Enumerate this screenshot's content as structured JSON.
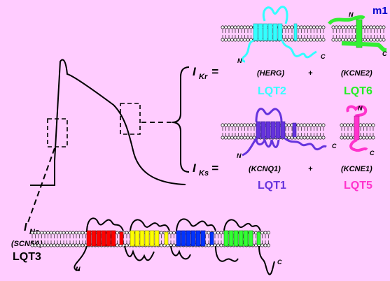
{
  "logo": "m1",
  "colors": {
    "background": "#ffccff",
    "herg": "#33ffff",
    "kcne2": "#33ee33",
    "kcnq1": "#6633dd",
    "kcne1": "#ff33cc",
    "scn5a_d1": "#ff0000",
    "scn5a_d2": "#ffff00",
    "scn5a_d3": "#0033ff",
    "scn5a_d4": "#33ff33"
  },
  "currents": {
    "ikr": {
      "main": "I",
      "sub": "Kr",
      "eq": "="
    },
    "iks": {
      "main": "I",
      "sub": "Ks",
      "eq": "="
    },
    "ina": {
      "main": "I",
      "sub": "Na"
    }
  },
  "genes": {
    "herg": "(HERG)",
    "kcne2": "(KCNE2)",
    "kcnq1": "(KCNQ1)",
    "kcne1": "(KCNE1)",
    "scn5a": "(SCN5A)",
    "plus": "+"
  },
  "syndromes": {
    "lqt2": "LQT2",
    "lqt6": "LQT6",
    "lqt1": "LQT1",
    "lqt5": "LQT5",
    "lqt3": "LQT3"
  },
  "termini": {
    "n": "N",
    "c": "C"
  }
}
